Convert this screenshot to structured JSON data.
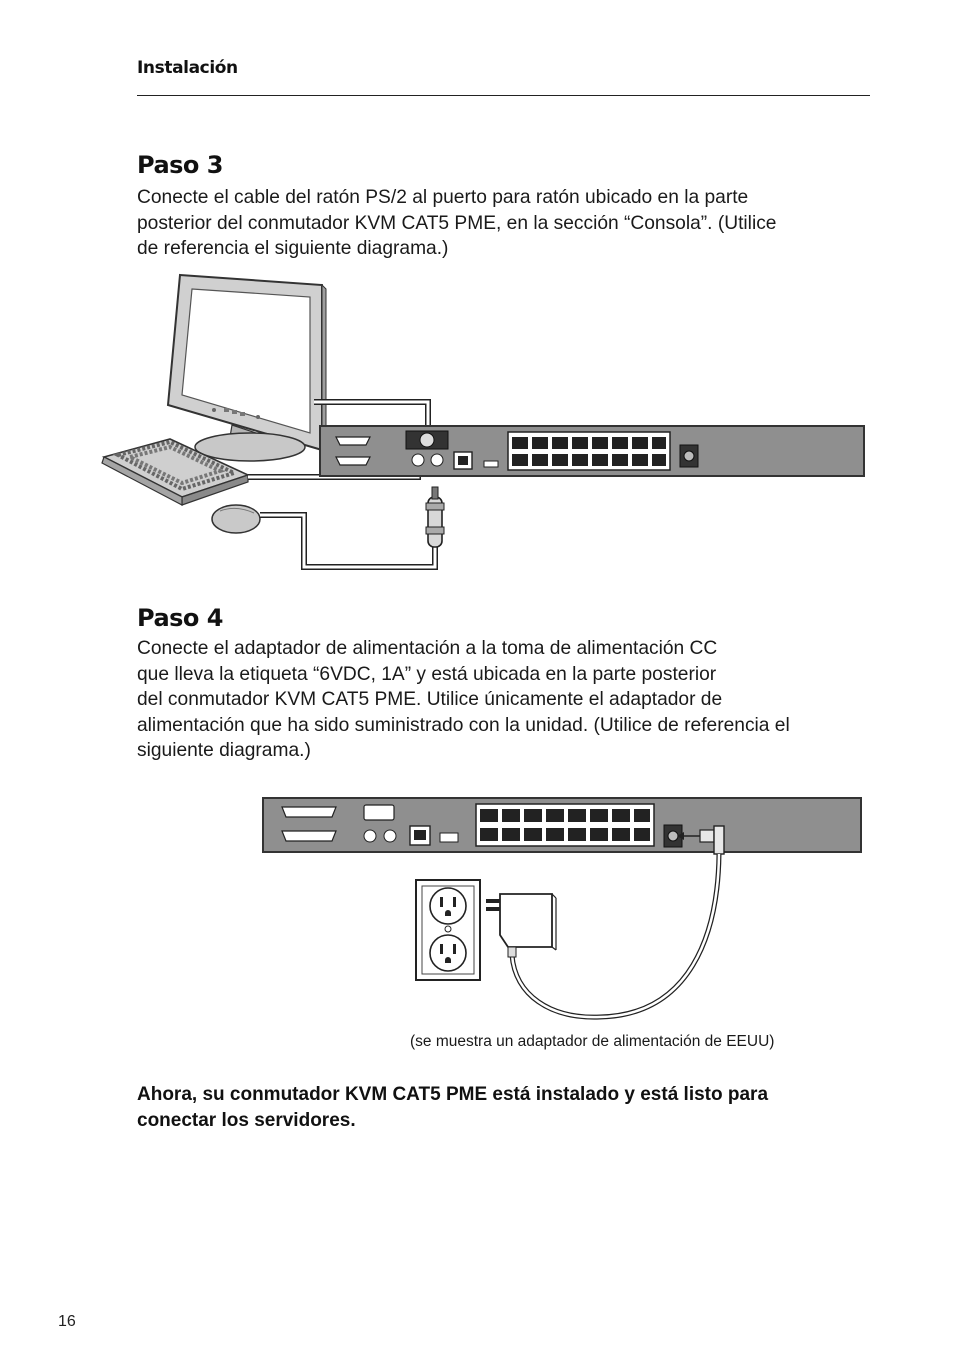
{
  "header": {
    "section": "Instalación"
  },
  "step3": {
    "title": "Paso 3",
    "lines": [
      "Conecte el cable del ratón PS/2 al puerto para ratón ubicado en la parte",
      "posterior del conmutador KVM CAT5 PME, en la sección “Consola”. (Utilice",
      "de referencia el siguiente diagrama.)"
    ]
  },
  "step4": {
    "title": "Paso 4",
    "lines": [
      "Conecte el adaptador de alimentación a la toma de alimentación CC",
      "que lleva la etiqueta “6VDC, 1A” y está ubicada en la parte posterior",
      "del conmutador KVM CAT5 PME. Utilice únicamente el adaptador de",
      "alimentación que ha sido suministrado con la unidad. (Utilice de referencia el",
      "siguiente diagrama.)"
    ],
    "caption": "(se muestra un adaptador de alimentación de EEUU)"
  },
  "closing": {
    "lines": [
      "Ahora, su conmutador KVM CAT5 PME está instalado y está listo para",
      "conectar los servidores."
    ]
  },
  "footer": {
    "page_number": "16"
  },
  "colors": {
    "kvm_panel": "#8f8f8f",
    "monitor_body": "#d2d2d2",
    "rule": "#222222",
    "text": "#1a1a1a"
  }
}
